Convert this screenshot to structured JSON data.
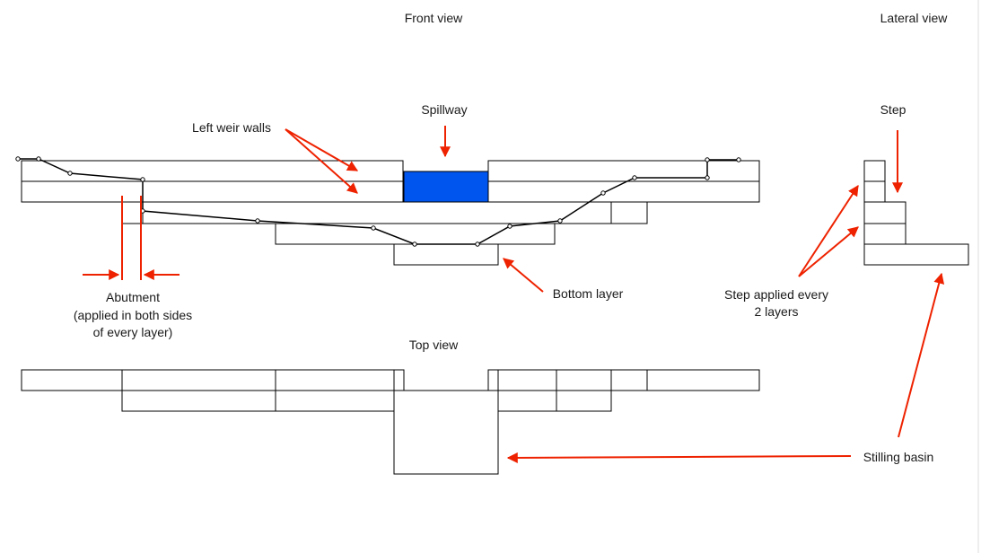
{
  "labels": {
    "front_view": "Front view",
    "lateral_view": "Lateral view",
    "top_view": "Top view",
    "spillway": "Spillway",
    "left_weir_walls": "Left weir walls",
    "bottom_layer": "Bottom layer",
    "abutment": [
      "Abutment",
      "(applied in both sides",
      "of every layer)"
    ],
    "step": "Step",
    "step_applied": [
      "Step applied every",
      "2 layers"
    ],
    "stilling_basin": "Stilling basin"
  },
  "colors": {
    "spillway_fill": "#0055ee",
    "annotation_arrow": "#ee2200",
    "outline": "#000000"
  }
}
